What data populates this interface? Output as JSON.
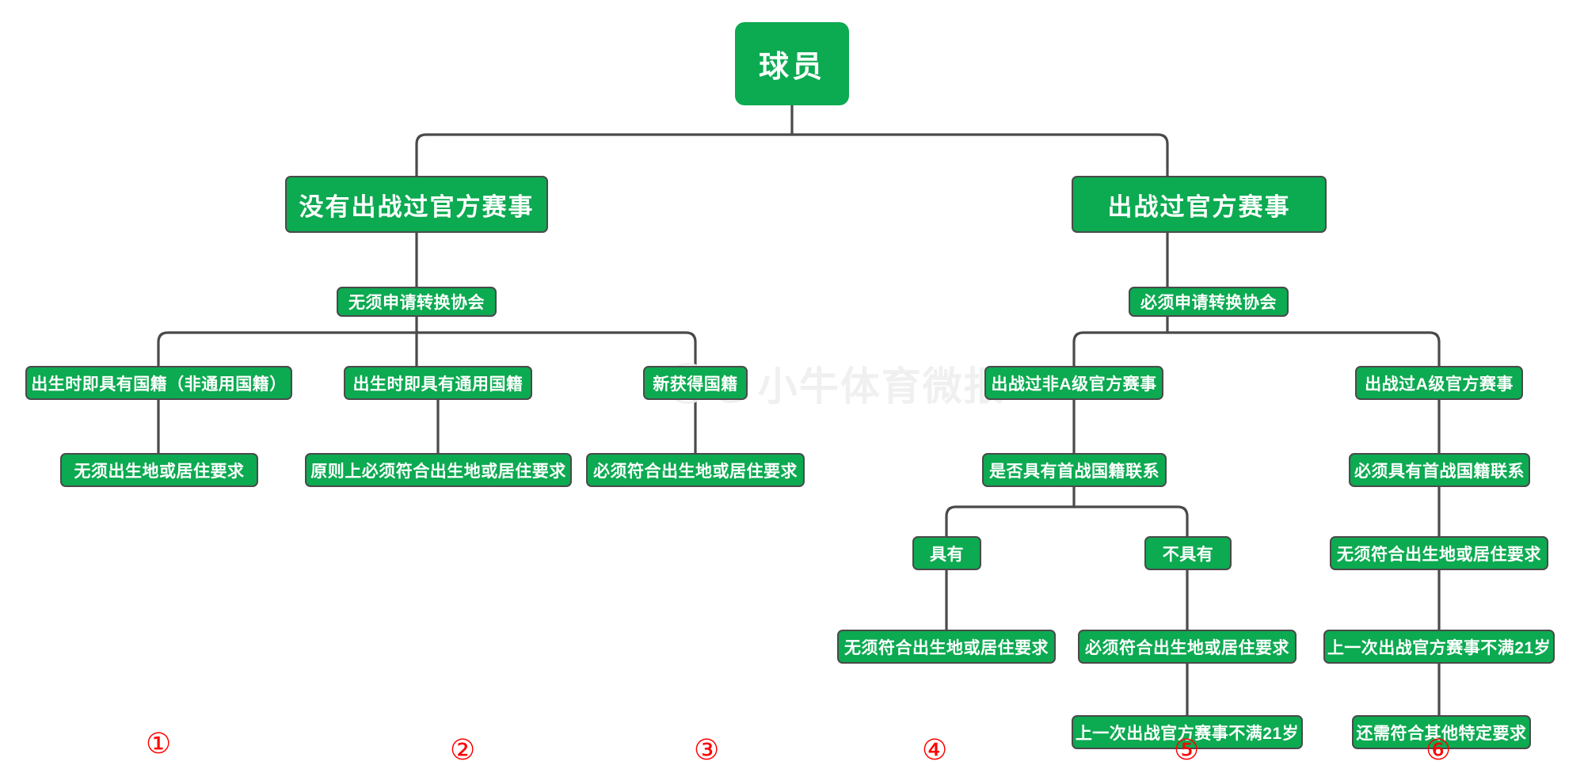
{
  "diagram": {
    "title_node": "球员",
    "watermark": "小牛体育微报",
    "watermark_handle": "@",
    "accent_color": "#0caa51",
    "border_color": "#4a4a4a",
    "marker_color": "#ff0000",
    "nodes": {
      "root": "球员",
      "l2_left": "没有出战过官方赛事",
      "l2_right": "出战过官方赛事",
      "l3_left": "无须申请转换协会",
      "l3_right": "必须申请转换协会",
      "l4_a": "出生时即具有国籍（非通用国籍）",
      "l4_b": "出生时即具有通用国籍",
      "l4_c": "新获得国籍",
      "l4_d": "出战过非A级官方赛事",
      "l4_e": "出战过A级官方赛事",
      "l5_a": "无须出生地或居住要求",
      "l5_b": "原则上必须符合出生地或居住要求",
      "l5_c": "必须符合出生地或居住要求",
      "l5_d": "是否具有首战国籍联系",
      "l5_e": "必须具有首战国籍联系",
      "l6_has": "具有",
      "l6_hasnot": "不具有",
      "l6_e": "无须符合出生地或居住要求",
      "l7_has": "无须符合出生地或居住要求",
      "l7_hasnot": "必须符合出生地或居住要求",
      "l7_e": "上一次出战官方赛事不满21岁",
      "l8_hasnot": "上一次出战官方赛事不满21岁",
      "l8_e": "还需符合其他特定要求"
    },
    "markers": {
      "m1": "①",
      "m2": "②",
      "m3": "③",
      "m4": "④",
      "m5": "⑤",
      "m6": "⑥"
    }
  }
}
